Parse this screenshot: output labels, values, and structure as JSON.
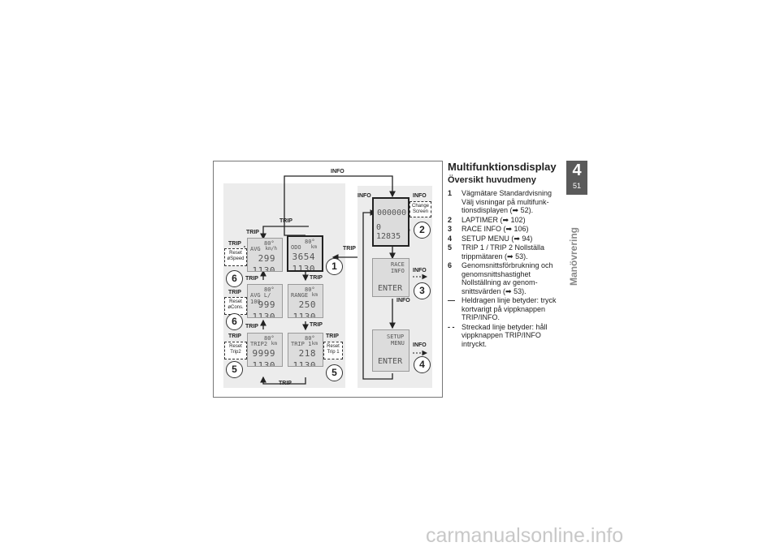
{
  "page": {
    "title": "Multifunktionsdisplay",
    "subtitle": "Översikt huvudmeny",
    "chapter_number": "4",
    "page_number": "51",
    "side_tab": "Manövrering",
    "watermark": "carmanualsonline.info"
  },
  "legend": [
    {
      "key": "1",
      "text": "Vägmätare Standardvisning Välj visningar på multifunk­tionsdisplayen (➡ 52)."
    },
    {
      "key": "2",
      "text": "LAPTIMER (➡ 102)"
    },
    {
      "key": "3",
      "text": "RACE INFO (➡ 106)"
    },
    {
      "key": "4",
      "text": "SETUP MENU (➡ 94)"
    },
    {
      "key": "5",
      "text": "TRIP 1 / TRIP 2 Nollställa trippmätaren (➡ 53)."
    },
    {
      "key": "6",
      "text": "Genomsnittsförbrukning och genomsnittshastighet Nollställning av genom­snittsvärden (➡ 53)."
    },
    {
      "key": "—",
      "text": "Heldragen linje betyder: tryck kortvarigt på vipp­knappen TRIP/INFO."
    },
    {
      "key": "- -",
      "text": "Streckad linje betyder: håll vippknappen TRIP/INFO intryckt."
    }
  ],
  "diagram": {
    "labels": {
      "info": "INFO",
      "trip": "TRIP",
      "reset_speed": "Reset\nøSpeed",
      "reset_cons": "Reset\nøCons.",
      "reset_trip2": "Reset\nTrip2",
      "reset_trip1": "Reset\nTrip 1",
      "change_screen": "Change\nScreen"
    },
    "badges": {
      "b1": "1",
      "b2": "2",
      "b3": "3",
      "b4": "4",
      "b5": "5",
      "b6": "6"
    },
    "screens": {
      "avg_speed": {
        "temp": "80°",
        "label": "AVG",
        "unit": "km/h",
        "value": "299",
        "time": "1130"
      },
      "avg_cons": {
        "temp": "80°",
        "label": "AVG L/ 100",
        "value": "999",
        "time": "1130"
      },
      "trip2": {
        "temp": "80°",
        "label": "TRIP2",
        "unit": "km",
        "value": "9999",
        "time": "1130"
      },
      "odo": {
        "temp": "80°",
        "label": "ODO",
        "unit": "km",
        "value": "3654",
        "time": "1130"
      },
      "range": {
        "temp": "80°",
        "label": "RANGE",
        "unit": "km",
        "value": "250",
        "time": "1130"
      },
      "trip1": {
        "temp": "80°",
        "label": "TRIP 1",
        "unit": "km",
        "value": "218",
        "time": "1130"
      },
      "laptimer": {
        "row1": "000000",
        "row2": "0 12835"
      },
      "race_info": {
        "line1": "RACE",
        "line2": "INFO",
        "action": "ENTER"
      },
      "setup_menu": {
        "line1": "SETUP",
        "line2": "MENU",
        "action": "ENTER"
      }
    }
  }
}
